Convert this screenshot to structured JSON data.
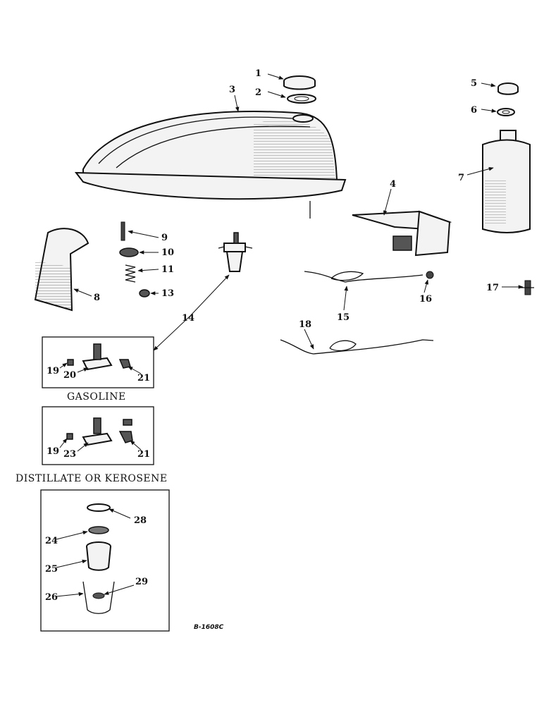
{
  "diagram": {
    "labels": {
      "p1": "1",
      "p2": "2",
      "p3": "3",
      "p4": "4",
      "p5": "5",
      "p6": "6",
      "p7": "7",
      "p8": "8",
      "p9": "9",
      "p10": "10",
      "p11": "11",
      "p13": "13",
      "p14": "14",
      "p15": "15",
      "p16": "16",
      "p17": "17",
      "p18": "18",
      "p19a": "19",
      "p20": "20",
      "p21a": "21",
      "p19b": "19",
      "p23": "23",
      "p21b": "21",
      "p24": "24",
      "p25": "25",
      "p26": "26",
      "p28": "28",
      "p29": "29"
    },
    "captions": {
      "gasoline": "GASOLINE",
      "distillate": "DISTILLATE OR KEROSENE"
    },
    "drawing_ref": "B-1608C"
  }
}
